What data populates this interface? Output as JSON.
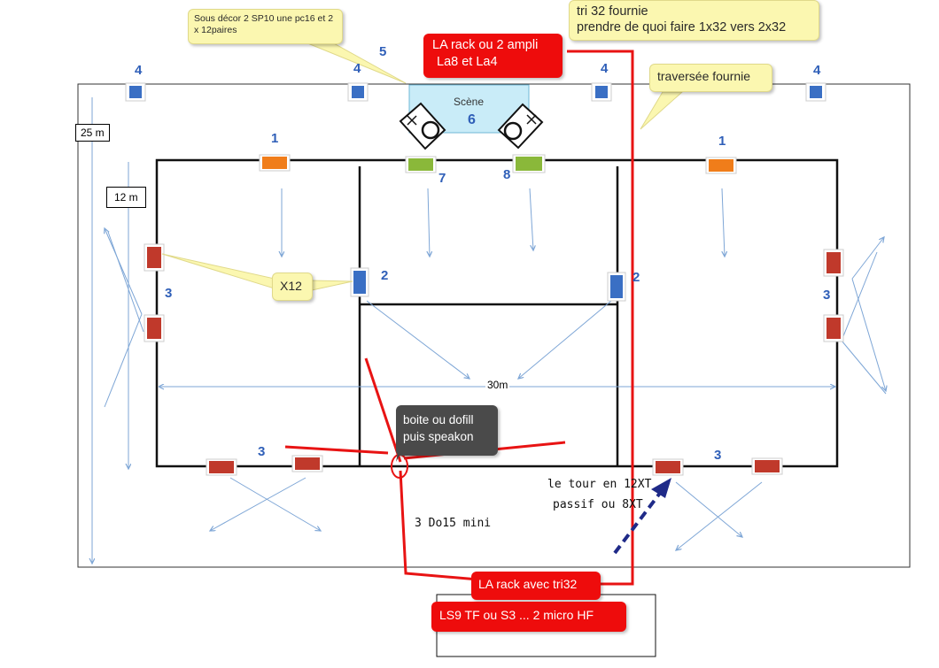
{
  "hall": {
    "width_label": "25 m",
    "inner_label": "12 m",
    "length_label": "30m",
    "stage_label": "Scène"
  },
  "numbers": {
    "n1": "1",
    "n2": "2",
    "n3": "3",
    "n4": "4",
    "n5": "5",
    "n6": "6",
    "n7": "7",
    "n8": "8"
  },
  "callouts": {
    "sous_decor": "Sous décor 2 SP10 une pc16 et 2 x 12paires",
    "la_rack_ampli_line1": "LA rack ou 2 ampli",
    "la_rack_ampli_line2": "La8 et La4",
    "tri32_line1": "tri 32 fournie",
    "tri32_line2": "prendre de quoi faire 1x32 vers 2x32",
    "traversee": "traversée fournie",
    "x12": "X12",
    "boite_line1": "boite ou dofill",
    "boite_line2": "puis speakon",
    "la_rack_tri32": "LA rack avec tri32",
    "ls9": "LS9 TF ou S3 ... 2 micro HF"
  },
  "notes": {
    "do15": "3 Do15 mini",
    "tour_line1": "le tour en 12XT",
    "tour_line2": "passif ou 8XT"
  },
  "colors": {
    "blue_speaker": "#3a6fc4",
    "red_speaker": "#c0392b",
    "orange_speaker": "#f07d1a",
    "green_speaker": "#8ab83a",
    "cable_red": "#e81313",
    "arrow_blue": "#7ea6d6",
    "number_blue": "#2f5fb8",
    "stage_fill": "#c9ecf8"
  }
}
